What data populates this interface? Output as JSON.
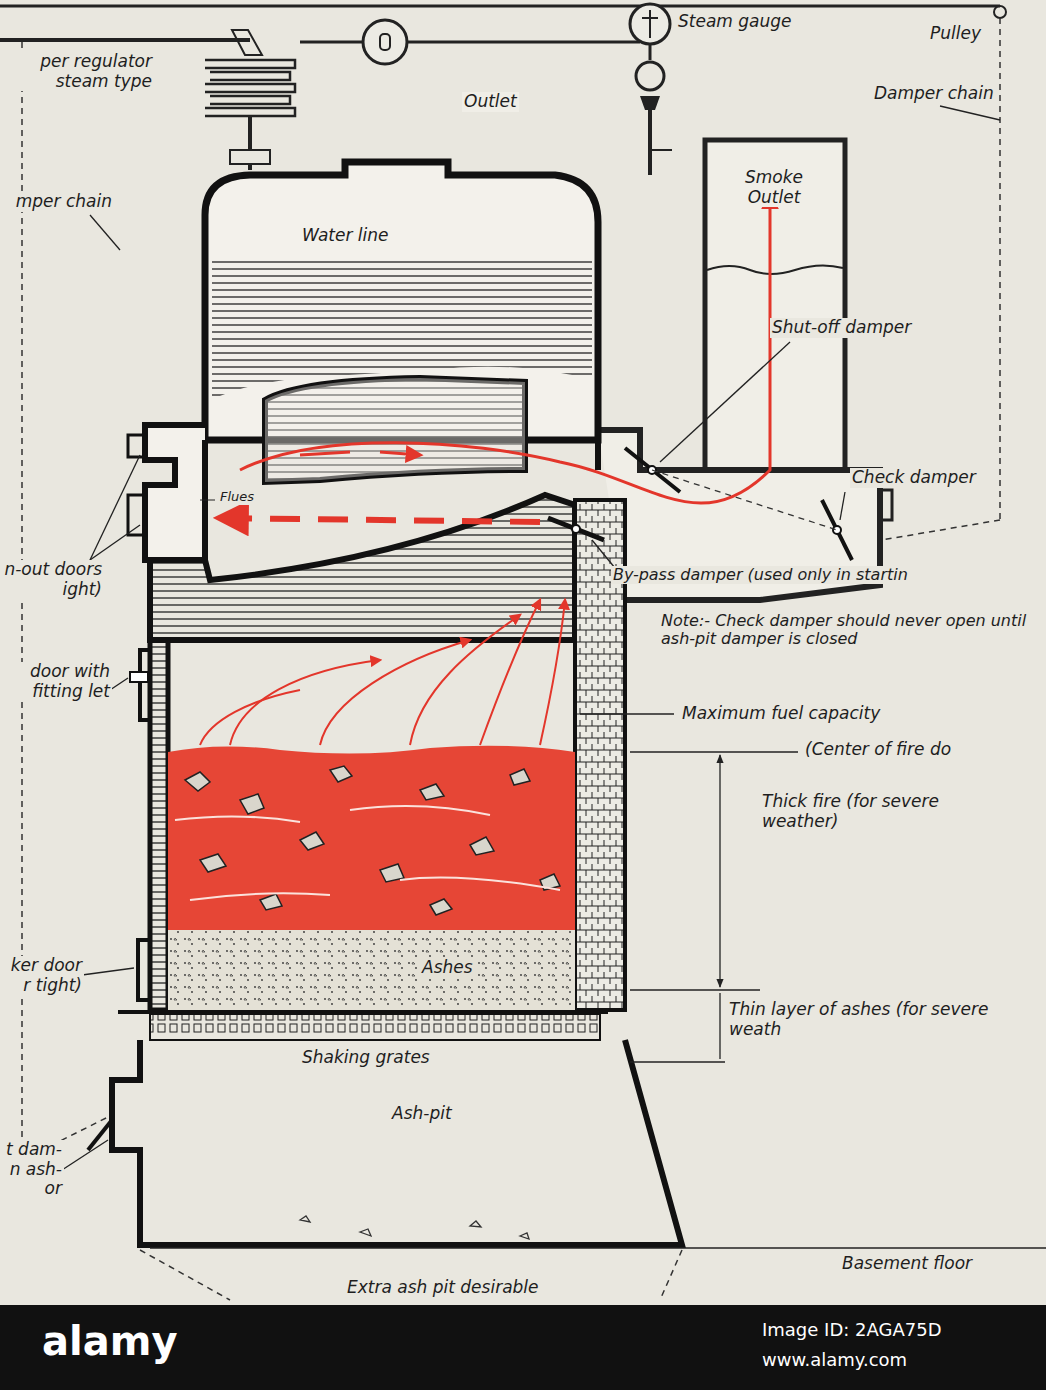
{
  "diagram": {
    "labels": [
      "Pulley",
      "Steam gauge",
      "per regulator steam type",
      "Outlet",
      "Damper chain",
      "mper chain",
      "Smoke Outlet",
      "Water line",
      "Shut-off damper",
      "n-out doors ight)",
      "Check damper",
      "Flues",
      "By-pass damper (used only in startin",
      "Note:- Check damper should never open until ash-pit damper is closed",
      "door with fitting let",
      "Maximum fuel capacity",
      "(Center of fire do",
      "Thick fire (for severe weather)",
      "ker door r tight)",
      "Ashes",
      "Thin layer of ashes (for severe weath",
      "Shaking grates",
      "Ash-pit",
      "t dam- n ash- or",
      "Basement floor",
      "Extra ash pit desirable",
      "alamy",
      "Image ID: 2AGA75D",
      "www.alamy.com"
    ]
  }
}
